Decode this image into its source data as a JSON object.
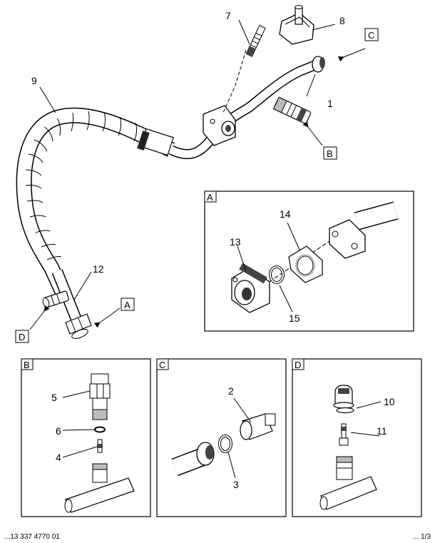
{
  "callouts": {
    "n1": "1",
    "n2": "2",
    "n3": "3",
    "n4": "4",
    "n5": "5",
    "n6": "6",
    "n7": "7",
    "n8": "8",
    "n9": "9",
    "n10": "10",
    "n11": "11",
    "n12": "12",
    "n13": "13",
    "n14": "14",
    "n15": "15"
  },
  "view_refs": {
    "a": "A",
    "b": "B",
    "c": "C",
    "d": "D"
  },
  "detail_boxes": {
    "a": "A",
    "b": "B",
    "c": "C",
    "d": "D"
  },
  "footer": {
    "left": "...13 337 4770 01",
    "right": "... 1/3"
  },
  "colors": {
    "line": "#000000",
    "fill": "#ffffff",
    "shade": "#bfbfbf",
    "dark": "#555555"
  }
}
